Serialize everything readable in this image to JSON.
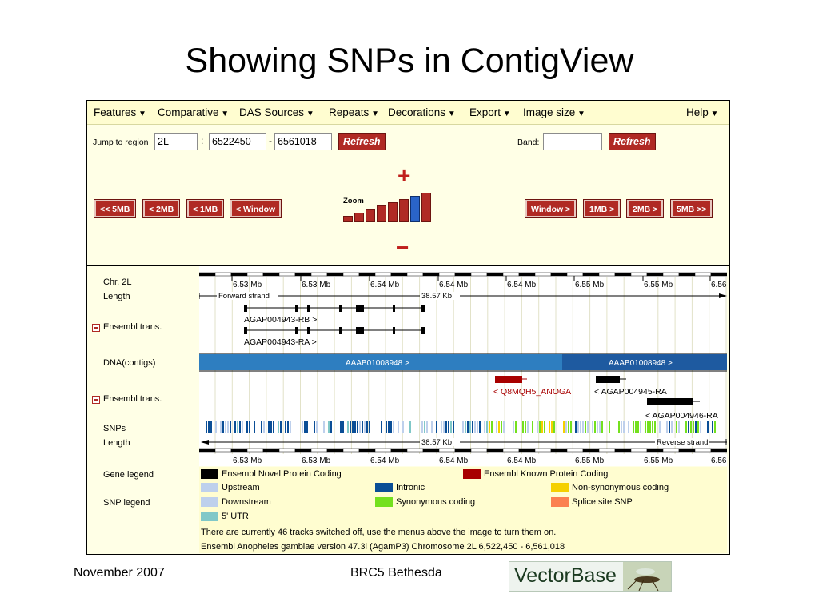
{
  "slide": {
    "title": "Showing SNPs in ContigView",
    "footer_left": "November 2007",
    "footer_center": "BRC5 Bethesda",
    "logo_text": "VectorBase"
  },
  "menubar": {
    "items": [
      "Features",
      "Comparative",
      "DAS Sources",
      "Repeats",
      "Decorations",
      "Export",
      "Image size"
    ],
    "help": "Help"
  },
  "jump": {
    "label": "Jump to region",
    "chr": "2L",
    "start": "6522450",
    "end": "6561018",
    "refresh_label": "Refresh",
    "band_label": "Band:",
    "band_value": "",
    "band_refresh_label": "Refresh"
  },
  "nav": {
    "left_buttons": [
      "<< 5MB",
      "< 2MB",
      "< 1MB",
      "< Window"
    ],
    "right_buttons": [
      "Window >",
      "1MB >",
      "2MB >",
      "5MB >>"
    ],
    "zoom_label": "Zoom",
    "zoom_levels": 8,
    "zoom_active": 6,
    "zoom_in_label": "+",
    "zoom_out_label": "−"
  },
  "tracks": {
    "chr_label": "Chr. 2L",
    "length_label": "Length",
    "ensembl_label": "Ensembl trans.",
    "dna_label": "DNA(contigs)",
    "snps_label": "SNPs",
    "gene_legend_label": "Gene legend",
    "snp_legend_label": "SNP legend",
    "scale_ticks": [
      "6.53 Mb",
      "6.53 Mb",
      "6.54 Mb",
      "6.54 Mb",
      "6.54 Mb",
      "6.55 Mb",
      "6.55 Mb",
      "6.56"
    ],
    "forward_strand": "Forward strand",
    "reverse_strand": "Reverse strand",
    "length_value": "38.57 Kb",
    "contig_name": "AAAB01008948 >",
    "transcripts_forward": [
      "AGAP004943-RB >",
      "AGAP004943-RA >"
    ],
    "transcripts_reverse": [
      "< Q8MQH5_ANOGA",
      "< AGAP004945-RA",
      "< AGAP004946-RA"
    ]
  },
  "legend": {
    "gene": [
      {
        "label": "Ensembl Novel Protein Coding",
        "color": "#000000"
      },
      {
        "label": "Ensembl Known Protein Coding",
        "color": "#a80000"
      }
    ],
    "snp": [
      {
        "label": "Upstream",
        "color": "#bed0ec"
      },
      {
        "label": "Intronic",
        "color": "#0a4e96"
      },
      {
        "label": "Non-synonymous coding",
        "color": "#f5d000"
      },
      {
        "label": "Downstream",
        "color": "#bed0ec"
      },
      {
        "label": "Synonymous coding",
        "color": "#74e01e"
      },
      {
        "label": "Splice site SNP",
        "color": "#fb8050"
      },
      {
        "label": "5' UTR",
        "color": "#80c8c8"
      }
    ],
    "info_tracks_off": "There are currently 46 tracks switched off, use the menus above the image to turn them on.",
    "info_version": "Ensembl Anopheles gambiae version 47.3i (AgamP3) Chromosome 2L 6,522,450 - 6,561,018"
  },
  "colors": {
    "button_red": "#b02a24",
    "contig_blue": "#2e7ec0",
    "panel_bg": "#ffffe6"
  }
}
